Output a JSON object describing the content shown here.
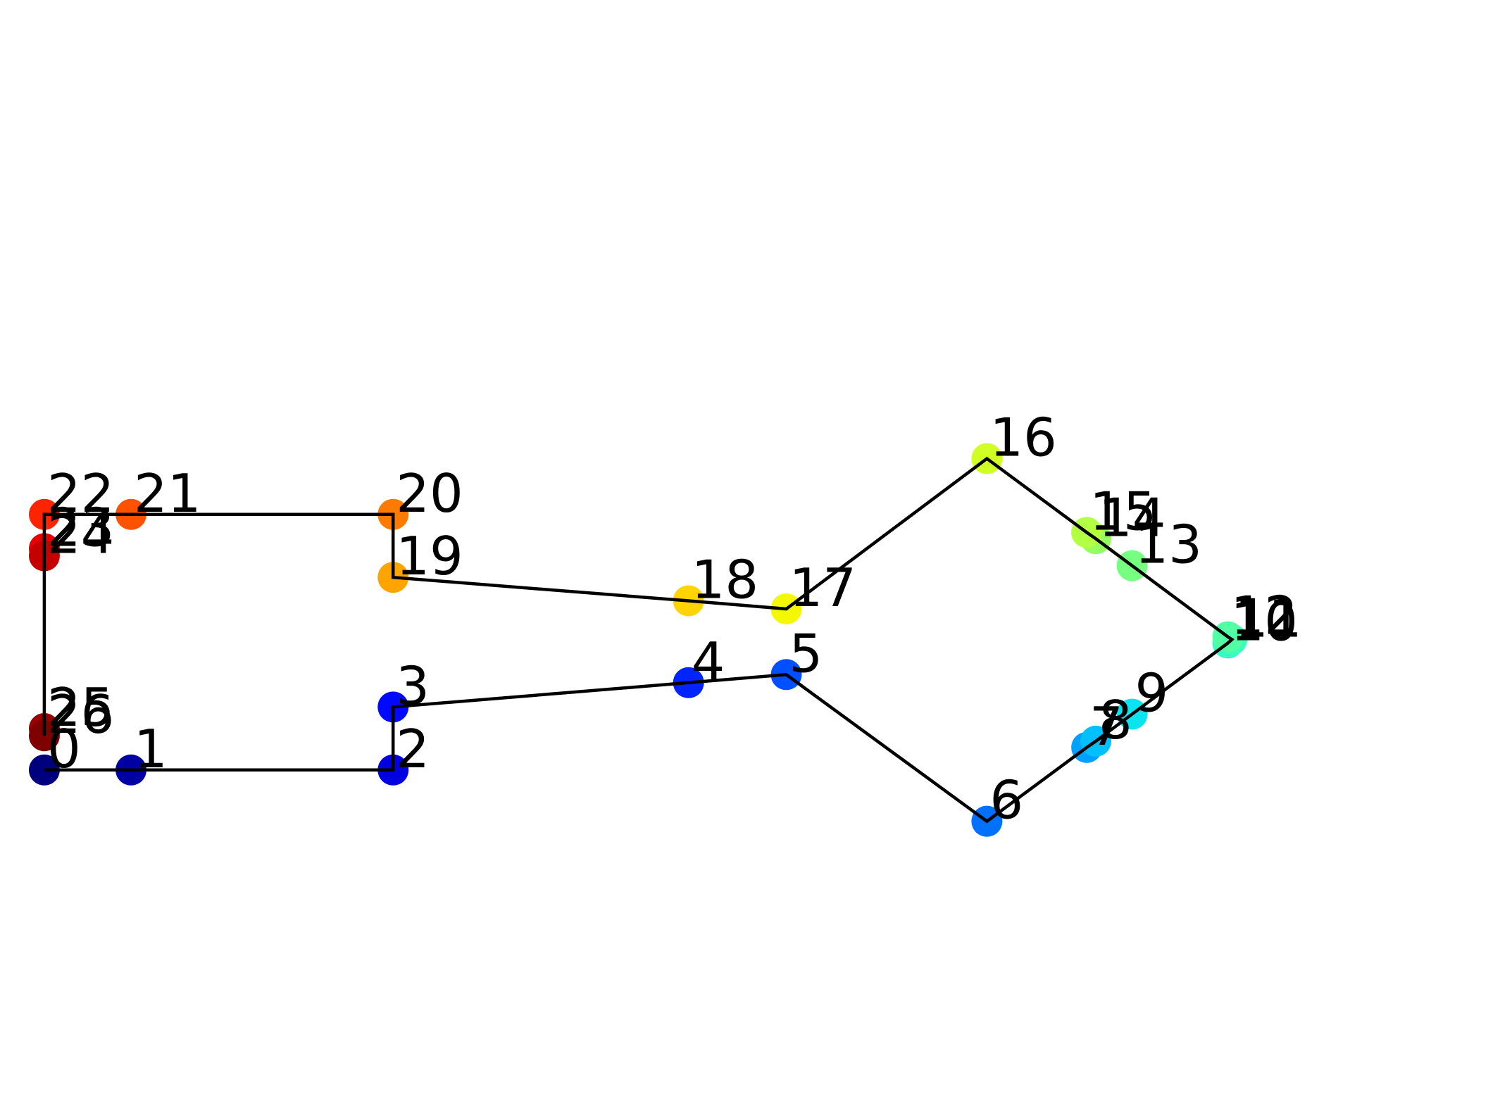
{
  "chart_data": {
    "type": "scatter",
    "title": "",
    "xlabel": "",
    "ylabel": "",
    "axes_visible": false,
    "grid": false,
    "legend": "none",
    "connecting_line": true,
    "line_color": "#000000",
    "colormap": "jet",
    "xlim": [
      -0.3,
      14.3
    ],
    "ylim": [
      -3.6,
      8.4
    ],
    "points": [
      {
        "label": "0",
        "x": 0.0,
        "y": 0.0,
        "color": "#00007f"
      },
      {
        "label": "1",
        "x": 0.86,
        "y": 0.0,
        "color": "#0000a3"
      },
      {
        "label": "2",
        "x": 3.46,
        "y": 0.0,
        "color": "#0000e0"
      },
      {
        "label": "3",
        "x": 3.46,
        "y": 0.7,
        "color": "#0008ff"
      },
      {
        "label": "4",
        "x": 6.39,
        "y": 0.97,
        "color": "#0024ff"
      },
      {
        "label": "5",
        "x": 7.36,
        "y": 1.06,
        "color": "#0050ff"
      },
      {
        "label": "6",
        "x": 9.35,
        "y": -0.57,
        "color": "#0070ff"
      },
      {
        "label": "7",
        "x": 10.34,
        "y": 0.25,
        "color": "#00a0ff"
      },
      {
        "label": "8",
        "x": 10.43,
        "y": 0.32,
        "color": "#00c0ff"
      },
      {
        "label": "9",
        "x": 10.79,
        "y": 0.62,
        "color": "#0ae4ee"
      },
      {
        "label": "10",
        "x": 11.74,
        "y": 1.41,
        "color": "#30ffc6"
      },
      {
        "label": "11",
        "x": 11.78,
        "y": 1.45,
        "color": "#3cffba"
      },
      {
        "label": "12",
        "x": 11.74,
        "y": 1.48,
        "color": "#53ffa3"
      },
      {
        "label": "13",
        "x": 10.79,
        "y": 2.27,
        "color": "#76ff80"
      },
      {
        "label": "14",
        "x": 10.43,
        "y": 2.57,
        "color": "#96ff60"
      },
      {
        "label": "15",
        "x": 10.34,
        "y": 2.64,
        "color": "#b3ff43"
      },
      {
        "label": "16",
        "x": 9.35,
        "y": 3.46,
        "color": "#d0ff26"
      },
      {
        "label": "17",
        "x": 7.36,
        "y": 1.79,
        "color": "#f4f802"
      },
      {
        "label": "18",
        "x": 6.39,
        "y": 1.88,
        "color": "#ffd400"
      },
      {
        "label": "19",
        "x": 3.46,
        "y": 2.14,
        "color": "#ffa400"
      },
      {
        "label": "20",
        "x": 3.46,
        "y": 2.84,
        "color": "#ff7a00"
      },
      {
        "label": "21",
        "x": 0.86,
        "y": 2.84,
        "color": "#ff5200"
      },
      {
        "label": "22",
        "x": 0.0,
        "y": 2.84,
        "color": "#ff2400"
      },
      {
        "label": "23",
        "x": 0.0,
        "y": 2.46,
        "color": "#e80000"
      },
      {
        "label": "24",
        "x": 0.0,
        "y": 2.38,
        "color": "#c40000"
      },
      {
        "label": "25",
        "x": 0.0,
        "y": 0.46,
        "color": "#990000"
      },
      {
        "label": "26",
        "x": 0.0,
        "y": 0.38,
        "color": "#7f0000"
      }
    ]
  }
}
